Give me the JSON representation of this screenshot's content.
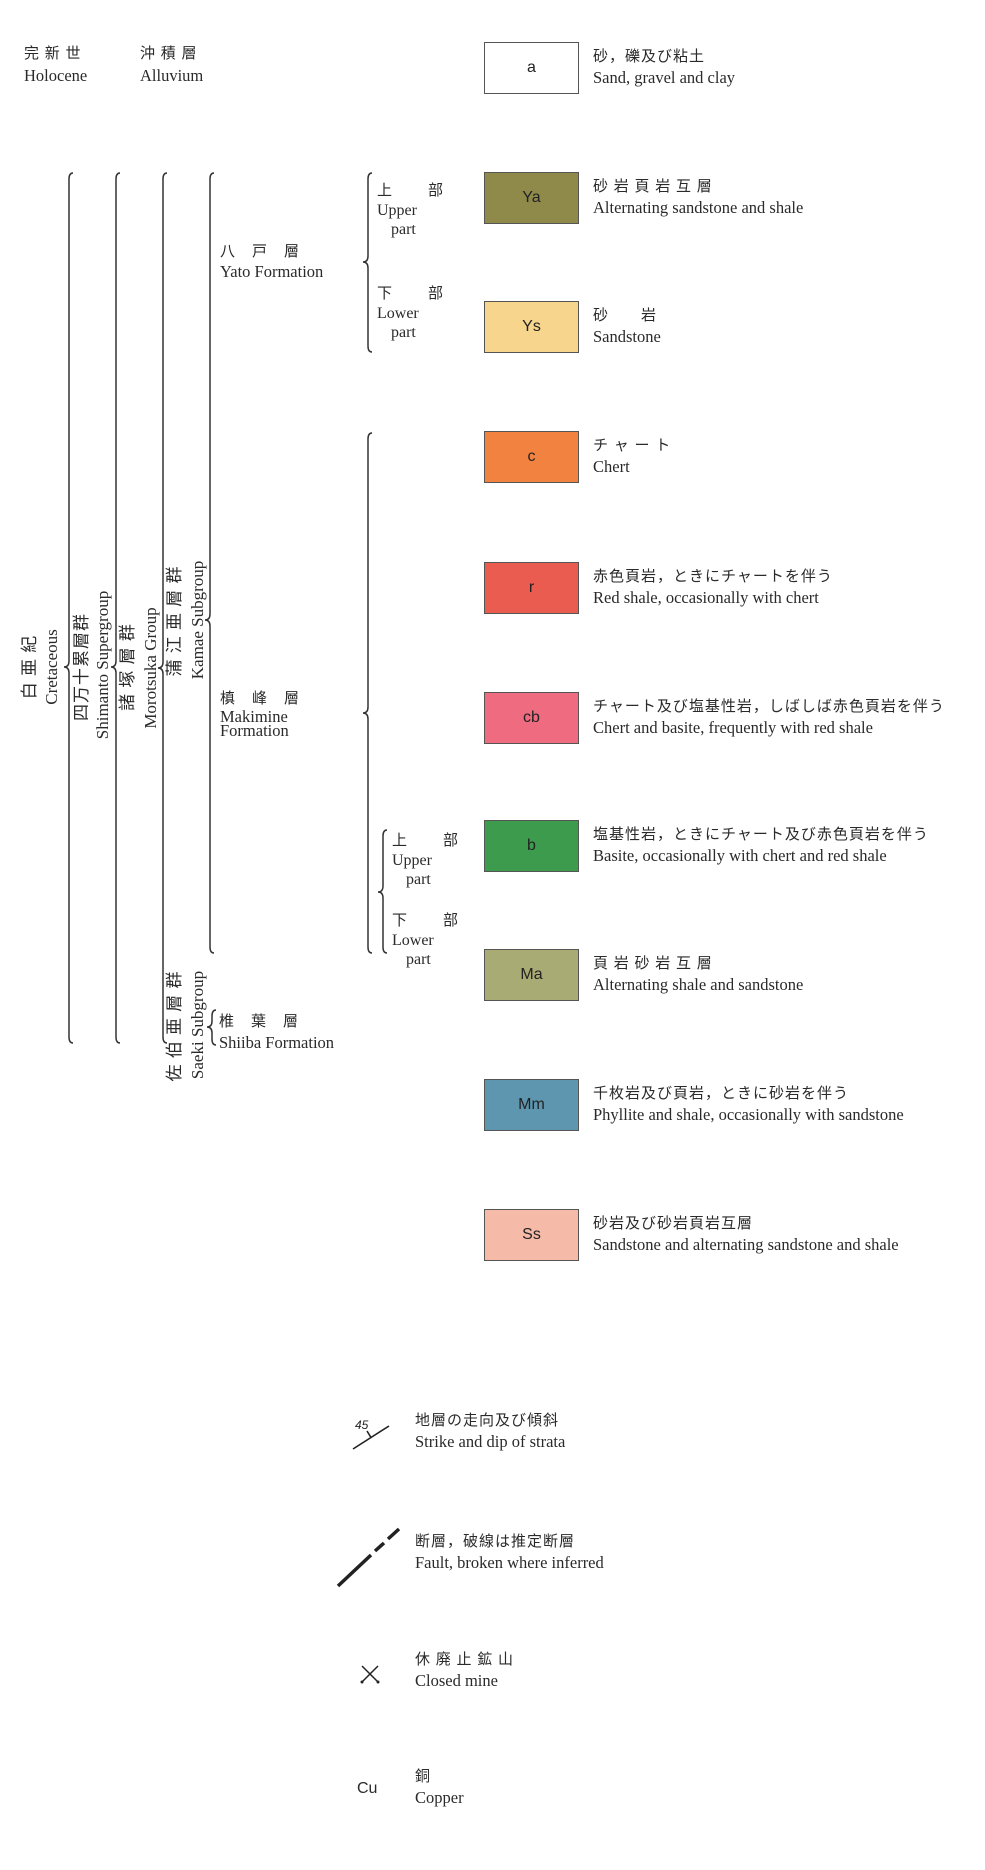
{
  "holocene": {
    "era_jp": "完 新 世",
    "era_en": "Holocene",
    "unit_jp": "沖 積 層",
    "unit_en": "Alluvium"
  },
  "stratigraphy": {
    "period": {
      "jp": "白 亜 紀",
      "en": "Cretaceous"
    },
    "supergroup": {
      "jp": "四万十累層群",
      "en": "Shimanto Supergroup"
    },
    "group": {
      "jp": "諸 塚 層 群",
      "en": "Morotsuka Group"
    },
    "subgroup_kamae": {
      "jp": "蒲 江 亜 層 群",
      "en": "Kamae Subgroup"
    },
    "subgroup_saeki": {
      "jp": "佐 伯 亜 層 群",
      "en": "Saeki Subgroup"
    },
    "yato": {
      "jp": "八　戸　層",
      "en": "Yato Formation"
    },
    "makimine": {
      "jp": "槙　峰　層",
      "en1": "Makimine",
      "en2": "Formation"
    },
    "shiiba": {
      "jp": "椎　葉　層",
      "en": "Shiiba Formation"
    },
    "parts": {
      "upper": {
        "jp1": "上",
        "jp2": "部",
        "en1": "Upper",
        "en2": "part"
      },
      "lower": {
        "jp1": "下",
        "jp2": "部",
        "en1": "Lower",
        "en2": "part"
      }
    }
  },
  "units": [
    {
      "code": "a",
      "color": "#ffffff",
      "jp": "砂，礫及び粘土",
      "en": "Sand, gravel and clay"
    },
    {
      "code": "Ya",
      "color": "#8f8a4a",
      "jp": "砂 岩 頁 岩 互 層",
      "en": "Alternating sandstone and shale"
    },
    {
      "code": "Ys",
      "color": "#f7d58c",
      "jp": "砂　　岩",
      "en": "Sandstone"
    },
    {
      "code": "c",
      "color": "#f1823f",
      "jp": "チ ャ ー ト",
      "en": "Chert"
    },
    {
      "code": "r",
      "color": "#ea5b50",
      "jp": "赤色頁岩，ときにチャートを伴う",
      "en": "Red shale, occasionally with chert"
    },
    {
      "code": "cb",
      "color": "#ef6b80",
      "jp": "チャート及び塩基性岩，しばしば赤色頁岩を伴う",
      "en": "Chert and basite, frequently with red shale"
    },
    {
      "code": "b",
      "color": "#3d9b4d",
      "jp": "塩基性岩，ときにチャート及び赤色頁岩を伴う",
      "en": "Basite, occasionally with chert and red shale"
    },
    {
      "code": "Ma",
      "color": "#a9ab74",
      "jp": "頁 岩 砂 岩 互 層",
      "en": "Alternating shale and sandstone"
    },
    {
      "code": "Mm",
      "color": "#5e96b0",
      "jp": "千枚岩及び頁岩，ときに砂岩を伴う",
      "en": "Phyllite and shale, occasionally with sandstone"
    },
    {
      "code": "Ss",
      "color": "#f6baa8",
      "jp": "砂岩及び砂岩頁岩互層",
      "en": "Sandstone and alternating sandstone and shale"
    }
  ],
  "symbols": [
    {
      "icon": "strike-dip-icon",
      "value": "45",
      "jp": "地層の走向及び傾斜",
      "en": "Strike and dip of strata"
    },
    {
      "icon": "fault-icon",
      "jp": "断層，破線は推定断層",
      "en": "Fault, broken where inferred"
    },
    {
      "icon": "closed-mine-icon",
      "jp": "休 廃 止 鉱 山",
      "en": "Closed mine"
    },
    {
      "icon": "copper-icon",
      "label": "Cu",
      "jp": "銅",
      "en": "Copper"
    }
  ]
}
